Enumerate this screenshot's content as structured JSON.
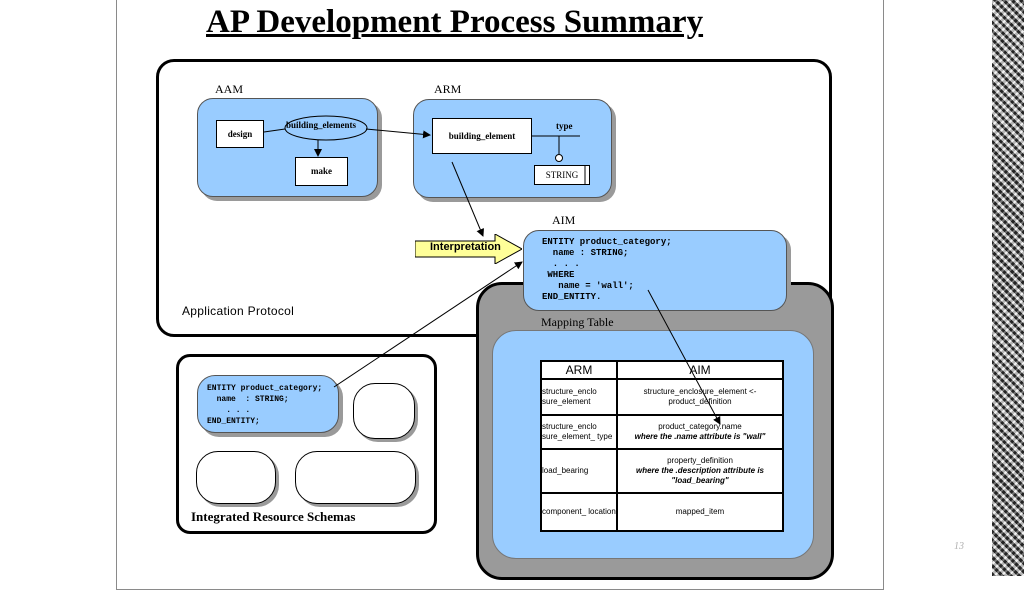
{
  "slide": {
    "title": "AP Development Process Summary",
    "page_number": "13"
  },
  "application_protocol": {
    "label": "Application Protocol",
    "aam": {
      "label": "AAM",
      "design": "design",
      "building_elements": "building_elements",
      "make": "make"
    },
    "arm": {
      "label": "ARM",
      "building_element": "building_element",
      "type": "type",
      "string": "STRING"
    },
    "interpretation": "Interpretation",
    "aim": {
      "label": "AIM",
      "code": "ENTITY product_category;\n  name : STRING;\n  . . .\n WHERE\n   name = 'wall';\nEND_ENTITY."
    }
  },
  "integrated_resources": {
    "label": "Integrated Resource Schemas",
    "code": "ENTITY product_category;\n  name  : STRING;\n    . . .\nEND_ENTITY;"
  },
  "mapping_table": {
    "label": "Mapping Table",
    "headers": [
      "ARM",
      "AIM"
    ],
    "rows": [
      {
        "arm": "structure_enclo sure_element",
        "aim": "structure_enclosure_element <- product_definition",
        "note": ""
      },
      {
        "arm": "structure_enclo sure_element_ type",
        "aim": "product_category.name",
        "note": "where the .name attribute is \"wall\""
      },
      {
        "arm": "load_bearing",
        "aim": "property_definition",
        "note": "where the .description attribute is \"load_bearing\""
      },
      {
        "arm": "component_ location",
        "aim": "mapped_item",
        "note": ""
      }
    ]
  },
  "colors": {
    "model_box": "#99ccff",
    "interpretation_arrow": "#ffff99",
    "mapping_frame": "#9a9a9a"
  }
}
